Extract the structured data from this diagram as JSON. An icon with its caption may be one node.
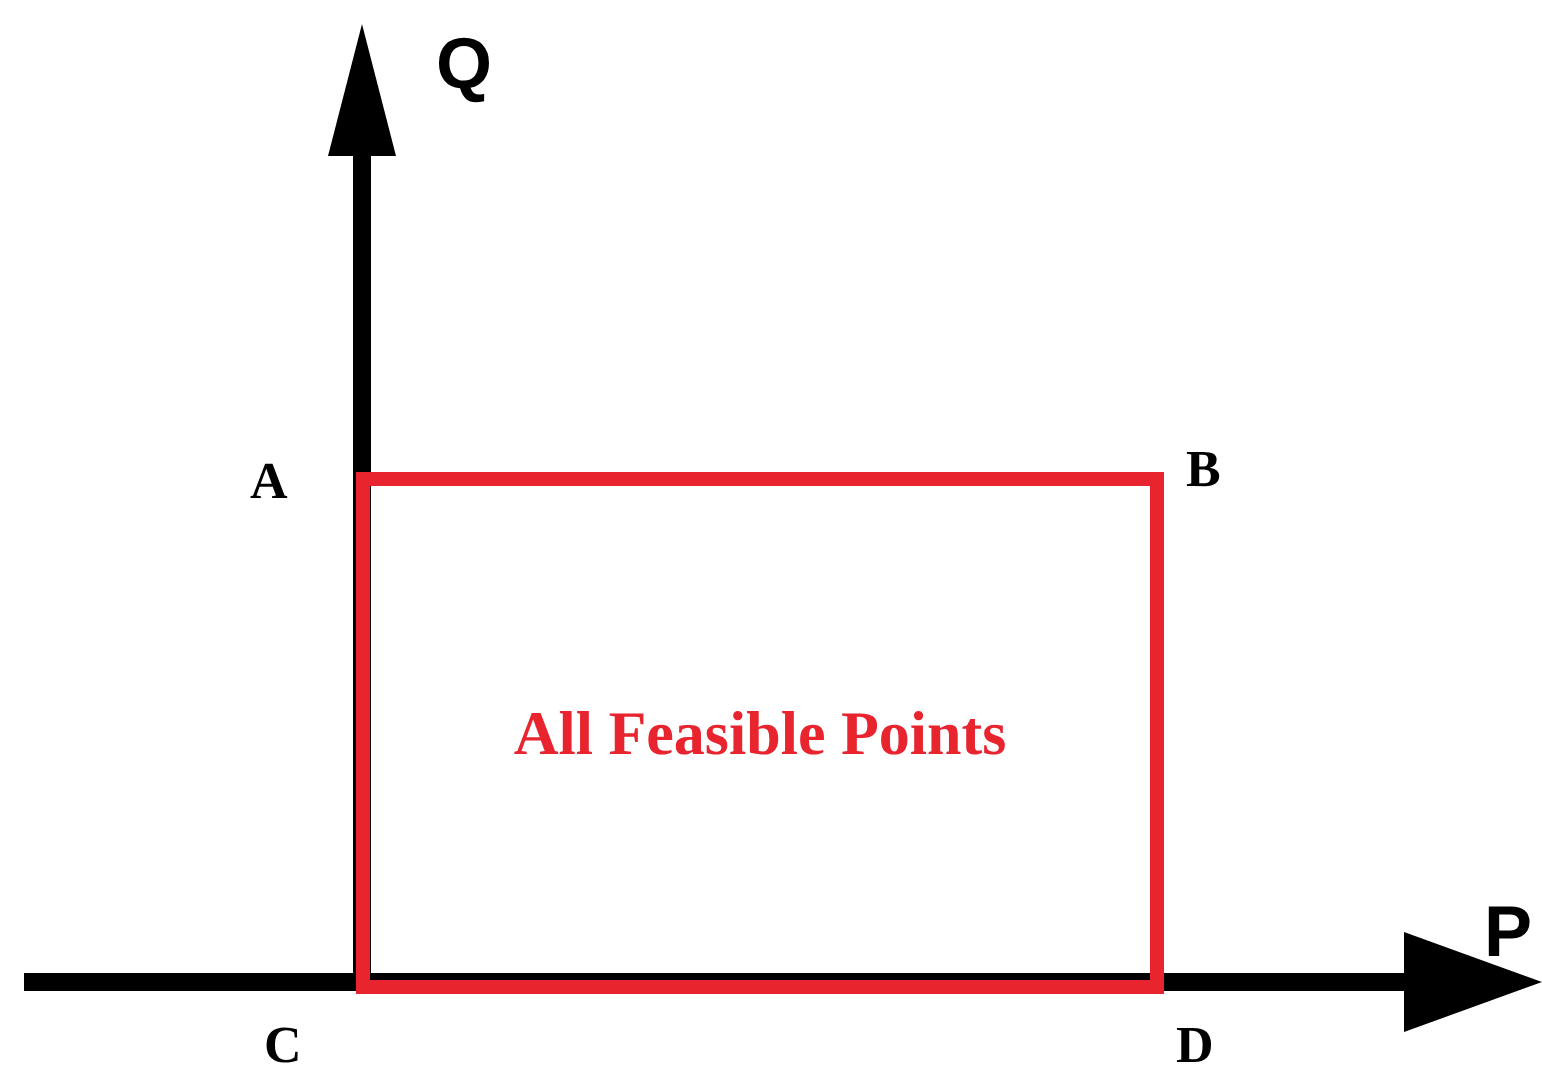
{
  "diagram": {
    "nodes": [
      {
        "text": [
          "All Feasible Points"
        ]
      }
    ],
    "labels": [
      "Q",
      "A",
      "B",
      "P",
      "C",
      "D"
    ]
  }
}
